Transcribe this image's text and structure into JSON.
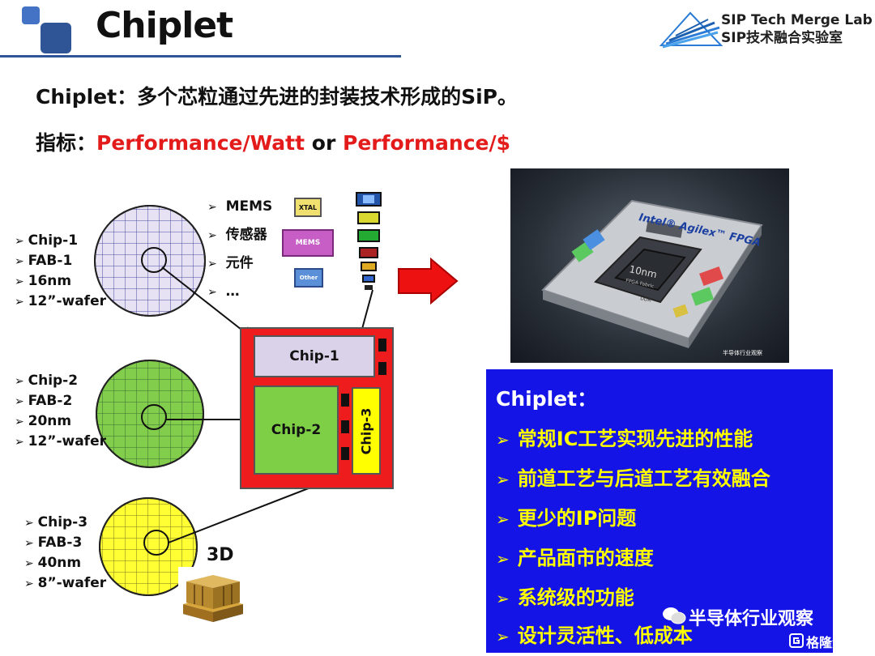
{
  "header": {
    "title": "Chiplet",
    "lab_name_en": "SIP Tech Merge Lab",
    "lab_name_cn": "SIP技术融合实验室"
  },
  "intro": {
    "line1": "Chiplet：多个芯粒通过先进的封装技术形成的SiP。",
    "metric_label": "指标：",
    "metric_a": "Performance/Watt",
    "metric_or": " or ",
    "metric_b": "Performance/$"
  },
  "wafers": [
    {
      "lines": [
        "Chip-1",
        "FAB-1",
        "16nm",
        "12”-wafer"
      ],
      "color": "#e6e2f3"
    },
    {
      "lines": [
        "Chip-2",
        "FAB-2",
        "20nm",
        "12”-wafer"
      ],
      "color": "#82cd4b"
    },
    {
      "lines": [
        "Chip-3",
        "FAB-3",
        "40nm",
        "8”-wafer"
      ],
      "color": "#ffff33"
    }
  ],
  "components": [
    "MEMS",
    "传感器",
    "元件",
    "…"
  ],
  "component_icons": {
    "xtal": "XTAL",
    "mems": "MEMS",
    "other": "Other"
  },
  "package": {
    "chip1": "Chip-1",
    "chip2": "Chip-2",
    "chip3": "Chip-3"
  },
  "label_3d": "3D",
  "fpga": {
    "brand": "Intel® Agilex™ FPGA",
    "die": "10nm",
    "die_sub": "FPGA Fabric",
    "mem": "DDR"
  },
  "panel": {
    "title": "Chiplet：",
    "items": [
      "常规IC工艺实现先进的性能",
      "前道工艺与后道工艺有效融合",
      "更少的IP问题",
      "产品面市的速度",
      "系统级的功能",
      "设计灵活性、低成本"
    ]
  },
  "watermark": {
    "channel": "半导体行业观察",
    "site": "格隆汇"
  },
  "colors": {
    "accent_red": "#e31b1b",
    "panel_blue": "#1414e6",
    "panel_text": "#ffff00"
  }
}
